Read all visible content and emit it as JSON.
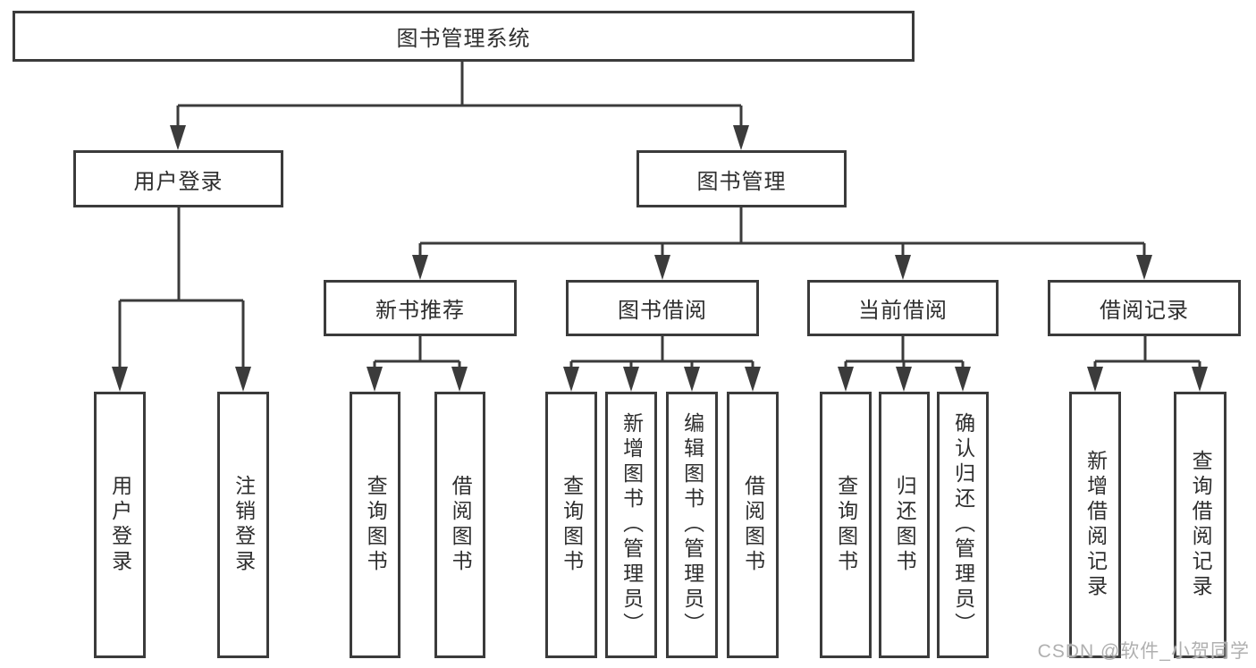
{
  "diagram_title": "图书管理系统",
  "tree": {
    "label": "图书管理系统",
    "children": [
      {
        "label": "用户登录",
        "children": [
          {
            "label": "用户登录"
          },
          {
            "label": "注销登录"
          }
        ]
      },
      {
        "label": "图书管理",
        "children": [
          {
            "label": "新书推荐",
            "children": [
              {
                "label": "查询图书"
              },
              {
                "label": "借阅图书"
              }
            ]
          },
          {
            "label": "图书借阅",
            "children": [
              {
                "label": "查询图书"
              },
              {
                "label": "新增图书（管理员）"
              },
              {
                "label": "编辑图书（管理员）"
              },
              {
                "label": "借阅图书"
              }
            ]
          },
          {
            "label": "当前借阅",
            "children": [
              {
                "label": "查询图书"
              },
              {
                "label": "归还图书"
              },
              {
                "label": "确认归还（管理员）"
              }
            ]
          },
          {
            "label": "借阅记录",
            "children": [
              {
                "label": "新增借阅记录"
              },
              {
                "label": "查询借阅记录"
              }
            ]
          }
        ]
      }
    ]
  },
  "watermark": "CSDN @软件_小贺同学",
  "colors": {
    "line": "#3b3b3b",
    "text": "#2e2e2e",
    "background": "#ffffff",
    "watermark": "#b0b0b0"
  }
}
